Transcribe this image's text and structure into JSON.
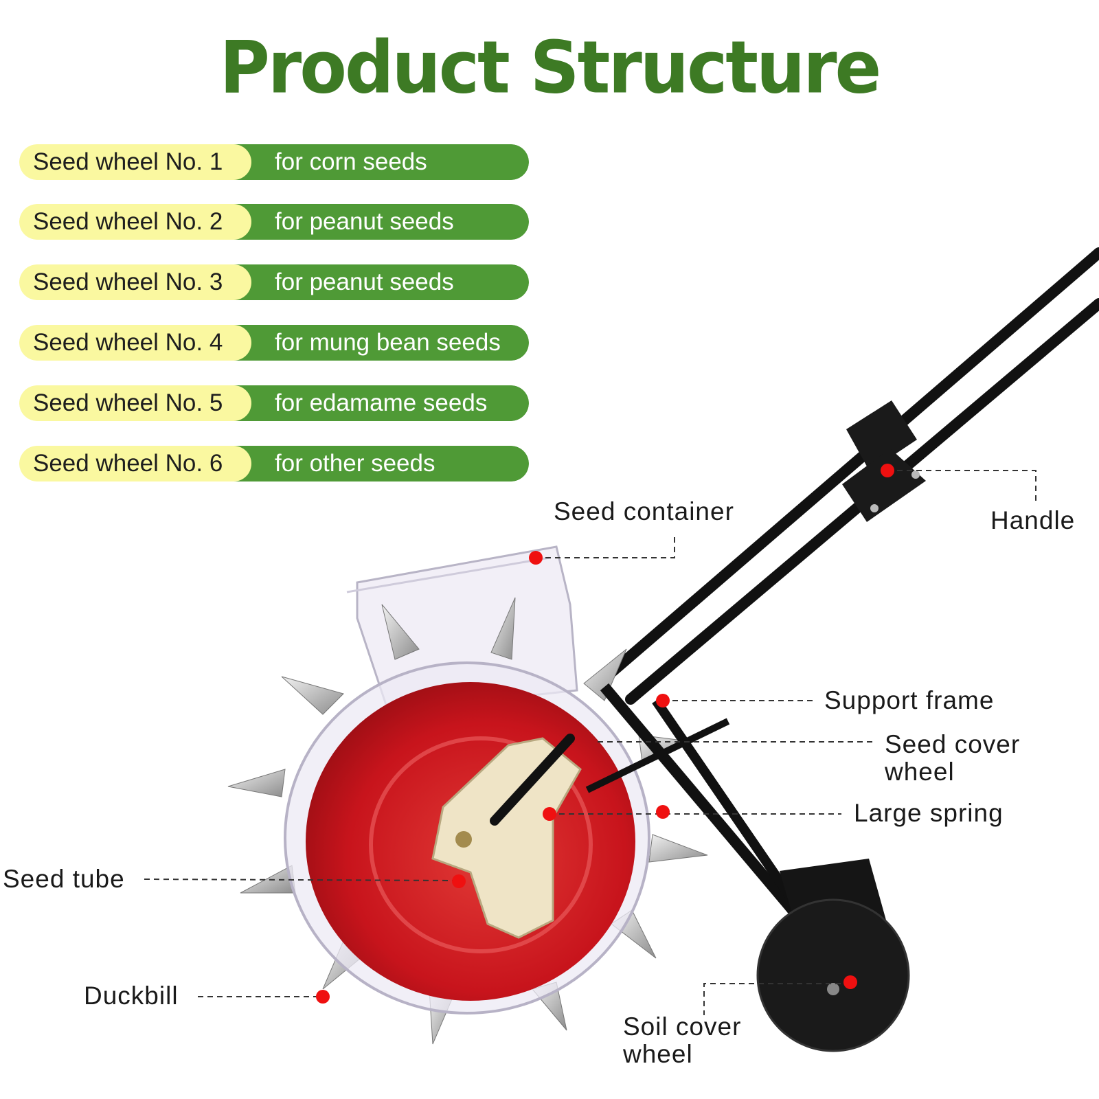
{
  "title": "Product Structure",
  "colors": {
    "title": "#3d7a24",
    "pill_left": "#faf8a0",
    "pill_right": "#4f9a36",
    "marker": "#ef1010",
    "wheel_red": "#c8141c",
    "frame_black": "#111111"
  },
  "seed_wheels": [
    {
      "wheel": "Seed wheel No. 1",
      "use": "for corn seeds"
    },
    {
      "wheel": "Seed wheel No. 2",
      "use": "for peanut seeds"
    },
    {
      "wheel": "Seed wheel No. 3",
      "use": "for peanut seeds"
    },
    {
      "wheel": "Seed wheel No. 4",
      "use": "for mung bean seeds"
    },
    {
      "wheel": "Seed wheel No. 5",
      "use": "for edamame seeds"
    },
    {
      "wheel": "Seed wheel No. 6",
      "use": "for other seeds"
    }
  ],
  "callouts": {
    "seed_container": "Seed container",
    "handle": "Handle",
    "support_frame": "Support frame",
    "seed_cover_wheel_1": "Seed cover",
    "seed_cover_wheel_2": "wheel",
    "large_spring": "Large spring",
    "seed_tube": "Seed tube",
    "duckbill": "Duckbill",
    "soil_cover_wheel_1": "Soil cover",
    "soil_cover_wheel_2": "wheel"
  }
}
